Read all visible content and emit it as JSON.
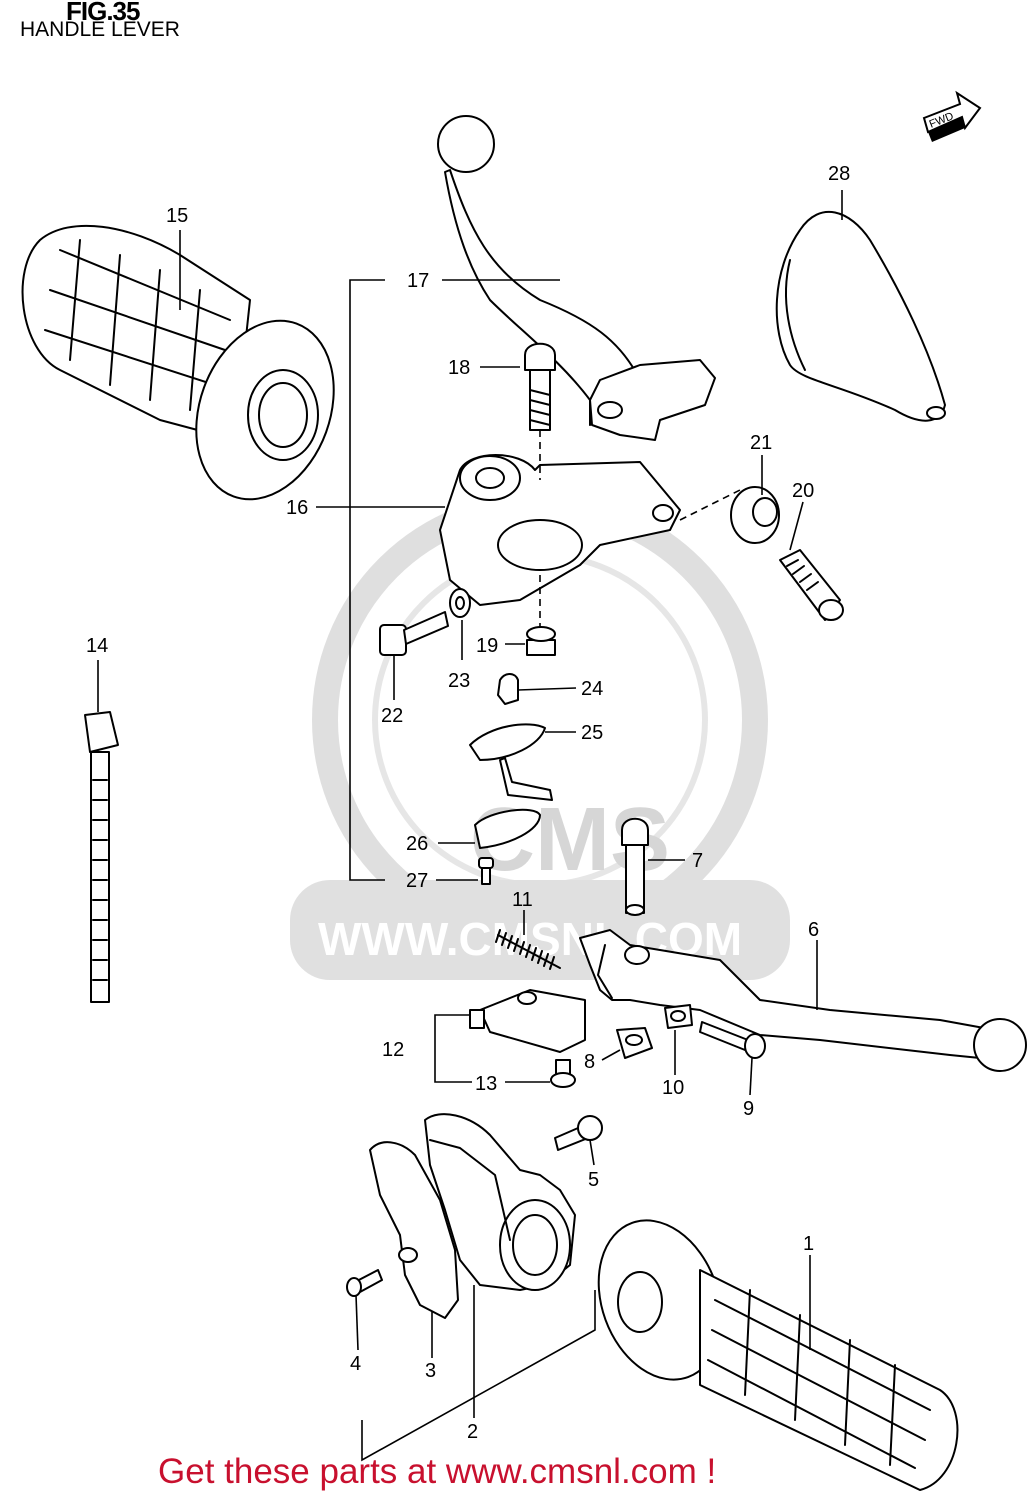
{
  "header": {
    "figure": "FIG.35",
    "subtitle": "HANDLE LEVER"
  },
  "fwd_badge": "FWD",
  "watermark": {
    "brand": "CMS",
    "url": "WWW.CMSNL.COM",
    "color": "#d9d9d9"
  },
  "footer_text": "Get these parts at www.cmsnl.com !",
  "footer_color": "#c8102e",
  "callouts": {
    "n1": "1",
    "n2": "2",
    "n3": "3",
    "n4": "4",
    "n5": "5",
    "n6": "6",
    "n7": "7",
    "n8": "8",
    "n9": "9",
    "n10": "10",
    "n11": "11",
    "n12": "12",
    "n13": "13",
    "n14": "14",
    "n15": "15",
    "n16": "16",
    "n17": "17",
    "n18": "18",
    "n19": "19",
    "n20": "20",
    "n21": "21",
    "n22": "22",
    "n23": "23",
    "n24": "24",
    "n25": "25",
    "n26": "26",
    "n27": "27",
    "n28": "28"
  },
  "icons": [
    "fwd-arrow-icon",
    "cms-watermark-logo"
  ]
}
